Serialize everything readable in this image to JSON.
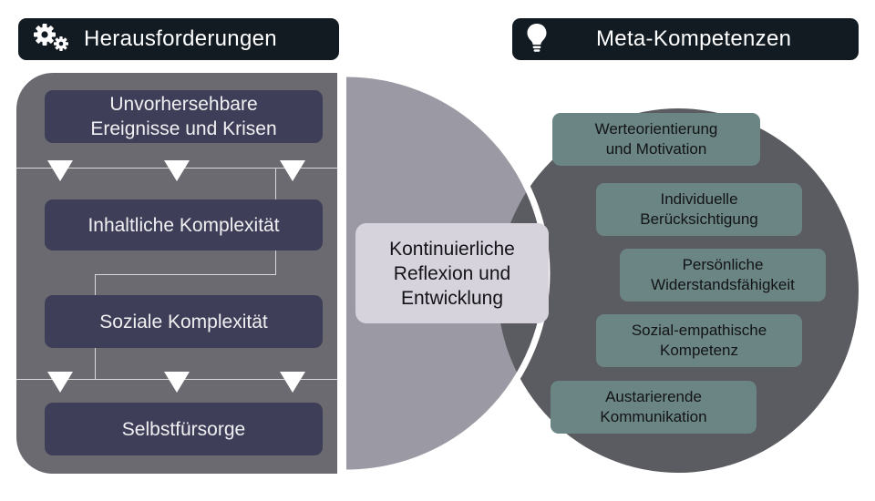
{
  "left_header": {
    "title": "Herausforderungen",
    "icon": "gears-icon"
  },
  "right_header": {
    "title": "Meta-Kompetenzen",
    "icon": "lightbulb-icon"
  },
  "challenges": [
    {
      "label": "Unvorhersehbare\nEreignisse und Krisen"
    },
    {
      "label": "Inhaltliche Komplexität"
    },
    {
      "label": "Soziale Komplexität"
    },
    {
      "label": "Selbstfürsorge"
    }
  ],
  "center": {
    "label": "Kontinuierliche\nReflexion und\nEntwicklung"
  },
  "competencies": [
    {
      "label": "Werteorientierung\nund Motivation"
    },
    {
      "label": "Individuelle\nBerücksichtigung"
    },
    {
      "label": "Persönliche\nWiderstandsfähigkeit"
    },
    {
      "label": "Sozial-empathische\nKompetenz"
    },
    {
      "label": "Austarierende\nKommunikation"
    }
  ],
  "colors": {
    "header_bg": "#121a22",
    "left_panel": "#6a6a70",
    "challenge_box": "#3e3e58",
    "center_half_circle": "#9b9aa4",
    "center_box": "#d6d3dc",
    "right_circle": "#5b5c61",
    "competency_box": "#6b8484"
  }
}
